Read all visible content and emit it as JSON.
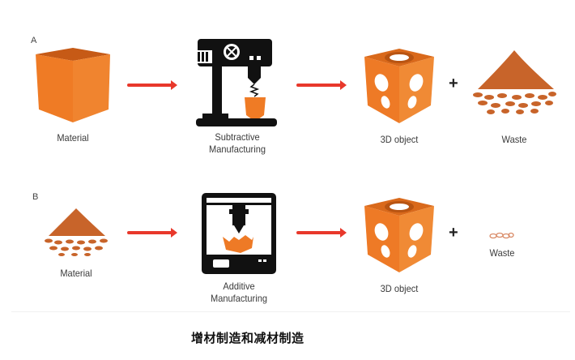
{
  "figure": {
    "panel_a": {
      "letter": "A",
      "material_label": "Material",
      "process_label_line1": "Subtractive",
      "process_label_line2": "Manufacturing",
      "output_label": "3D object",
      "plus": "+",
      "waste_label": "Waste"
    },
    "panel_b": {
      "letter": "B",
      "material_label": "Material",
      "process_label_line1": "Additive",
      "process_label_line2": "Manufacturing",
      "output_label": "3D object",
      "plus": "+",
      "waste_label": "Waste"
    },
    "caption": "增材制造和减材制造",
    "colors": {
      "material_orange": "#ee7a26",
      "powder_brown": "#c8642a",
      "arrow_red": "#e8382b",
      "machine_black": "#111111"
    }
  }
}
